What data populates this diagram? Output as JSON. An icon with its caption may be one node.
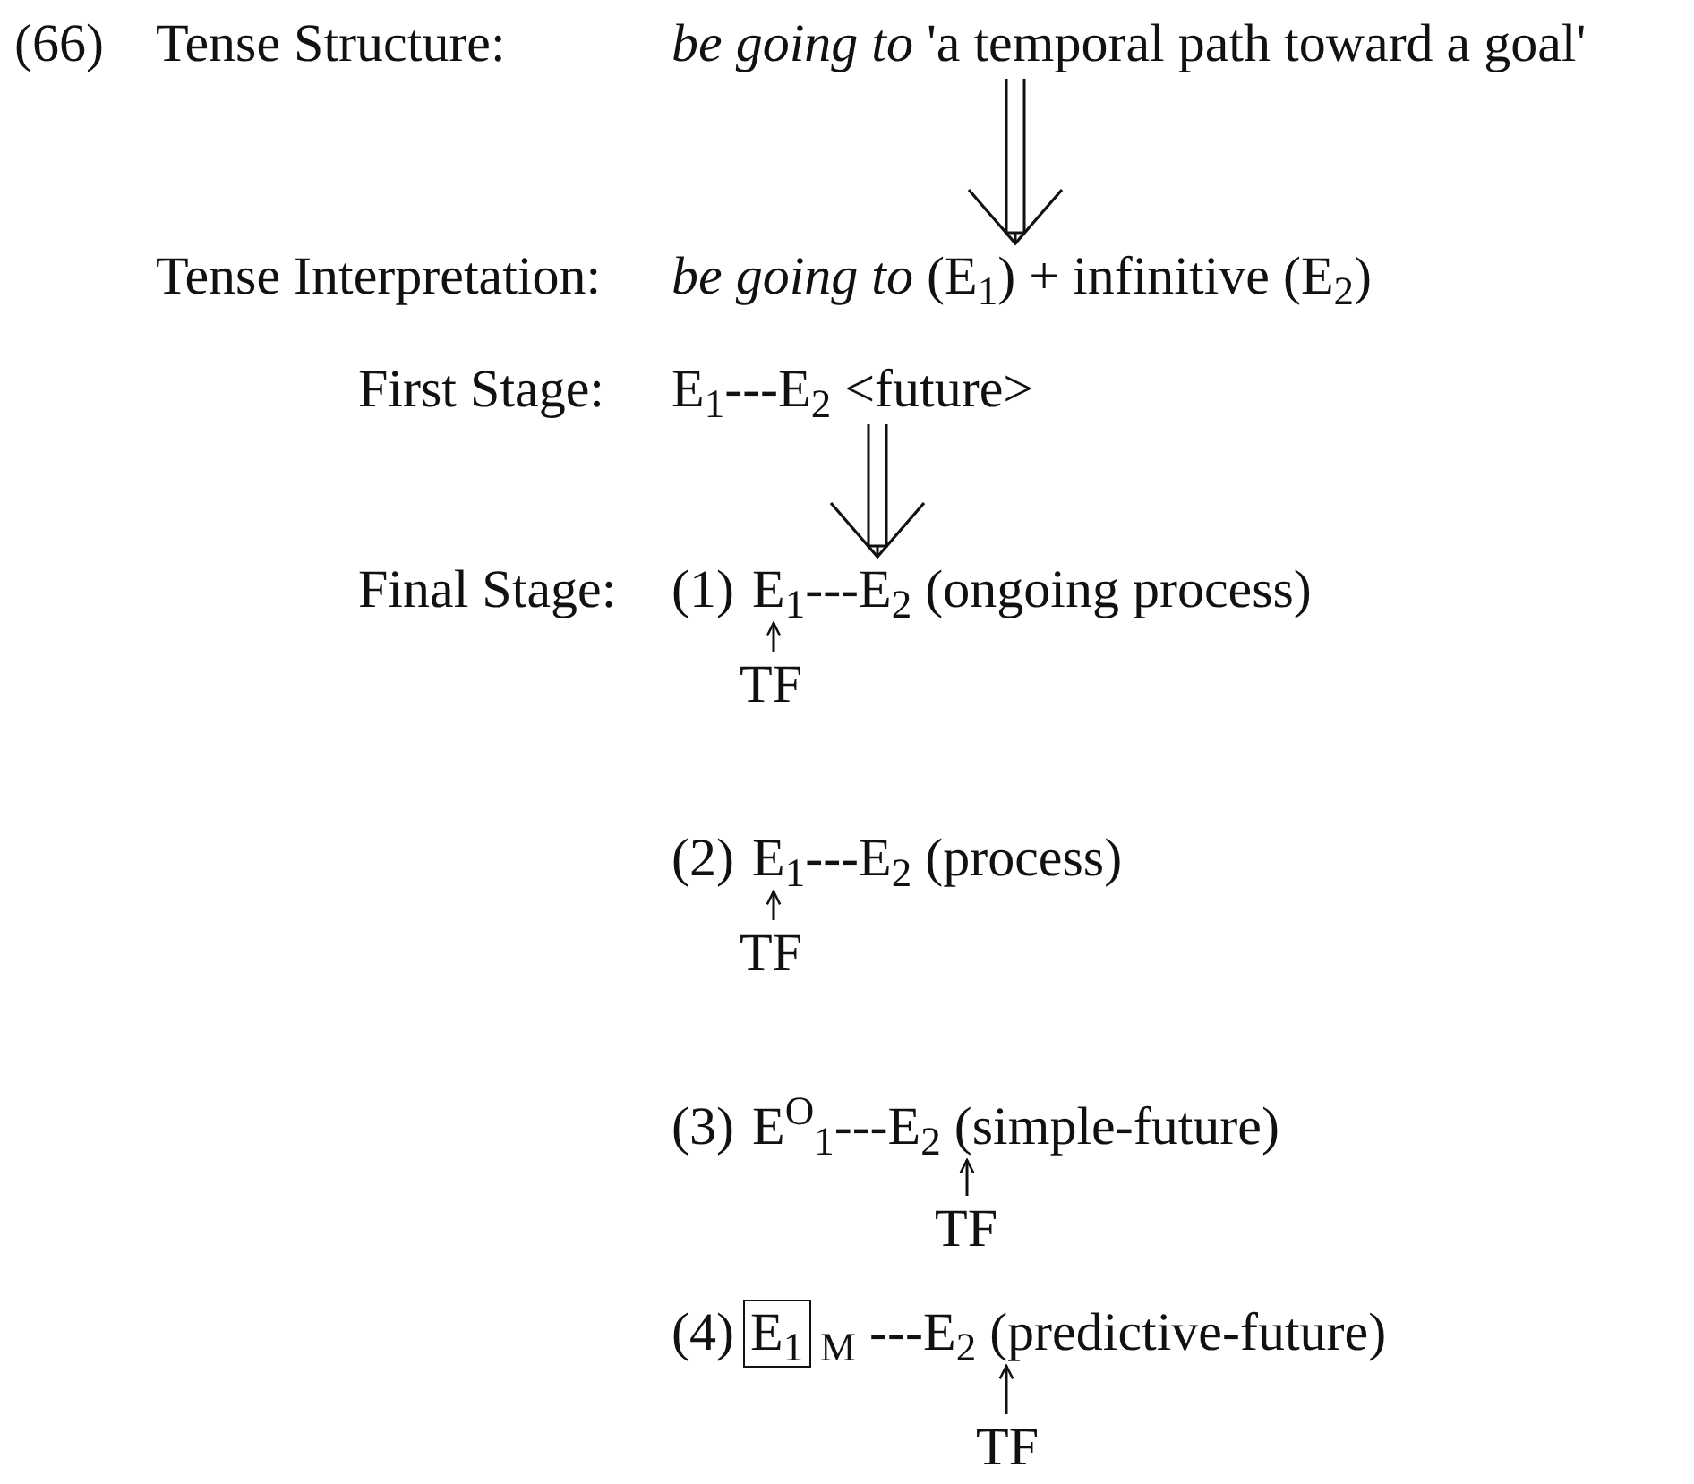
{
  "diagram": {
    "nodes": [
      {
        "text": [
          "*be going to*  'a temporal path toward a goal'"
        ]
      },
      {
        "text": [
          "*be going to* (E$_{1}$) + infinitive (E$_{2}$)"
        ]
      },
      {
        "text": [
          "E$_{1}$---E$_{2}$  <future>"
        ]
      },
      {
        "text": [
          "E$_{1}$---E$_{2}$  (ongoing process)"
        ]
      },
      {
        "text": [
          "TF"
        ]
      },
      {
        "text": [
          "E$_{1}$---E$_{2}$  (process)"
        ]
      },
      {
        "text": [
          "TF"
        ]
      },
      {
        "text": [
          "E$^{O}$$_{1}$---E$_{2}$  (simple-future)"
        ]
      },
      {
        "text": [
          "TF"
        ]
      },
      {
        "text": [
          "E$_{1}$"
        ]
      },
      {
        "text": [
          "$_{M}$ ---E$_{2}$  (predictive-future)"
        ]
      },
      {
        "text": [
          "TF"
        ]
      }
    ],
    "edges": [
      {
        "from": 0,
        "to": 1,
        "arrow": "to"
      },
      {
        "from": 2,
        "to": 3,
        "arrow": "to"
      },
      {
        "from": 4,
        "to": 3,
        "arrow": "to"
      },
      {
        "from": 6,
        "to": 5,
        "arrow": "to"
      },
      {
        "from": 8,
        "to": 7,
        "arrow": "to"
      },
      {
        "from": 11,
        "to": 10,
        "arrow": "to"
      }
    ],
    "labels": [
      "(66)",
      "Tense Structure:",
      "Tense Interpretation:",
      "First Stage:",
      "Final Stage:",
      "(1)",
      "(2)",
      "(3)",
      "(4)"
    ]
  }
}
